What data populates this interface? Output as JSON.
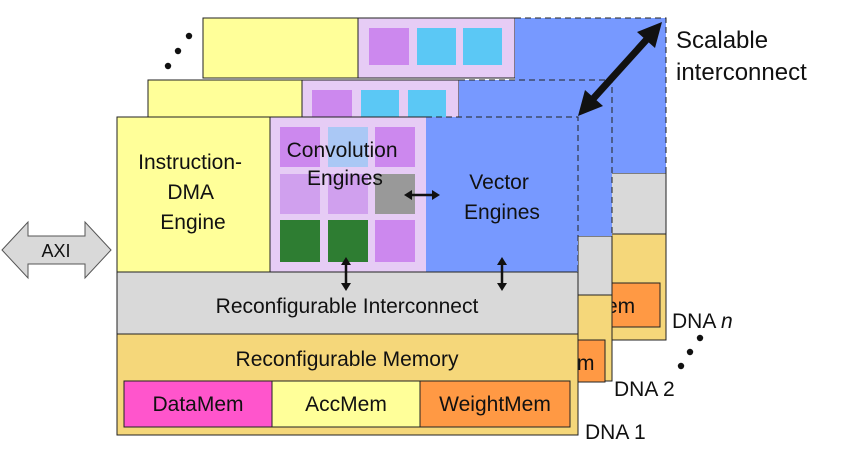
{
  "labels": {
    "scalable_interconnect": [
      "Scalable",
      "interconnect"
    ],
    "axi": "AXI",
    "instruction_dma_engine": [
      "Instruction-",
      "DMA",
      "Engine"
    ],
    "convolution_engines": [
      "Convolution",
      "Engines"
    ],
    "vector_engines": [
      "Vector",
      "Engines"
    ],
    "reconfigurable_interconnect": "Reconfigurable Interconnect",
    "reconfigurable_memory": "Reconfigurable Memory",
    "data_mem": "DataMem",
    "acc_mem": "AccMem",
    "weight_mem": "WeightMem",
    "dna_1": "DNA 1",
    "dna_2": "DNA 2",
    "dna_n_prefix": "DNA ",
    "dna_n_var": "n",
    "back_mem_fragment": "em",
    "middle_mem_fragment": "m"
  },
  "colors": {
    "yellow": "#ffff99",
    "light_purple": "#e6ccf5",
    "purple": "#cc88ee",
    "cyan": "#5bc8f5",
    "blue": "#7799ff",
    "gray": "#d9d9d9",
    "mem_yellow": "#f5d77a",
    "magenta": "#ff55cc",
    "orange": "#ff9944",
    "green": "#2e7d32",
    "dark_gray": "#999999"
  }
}
